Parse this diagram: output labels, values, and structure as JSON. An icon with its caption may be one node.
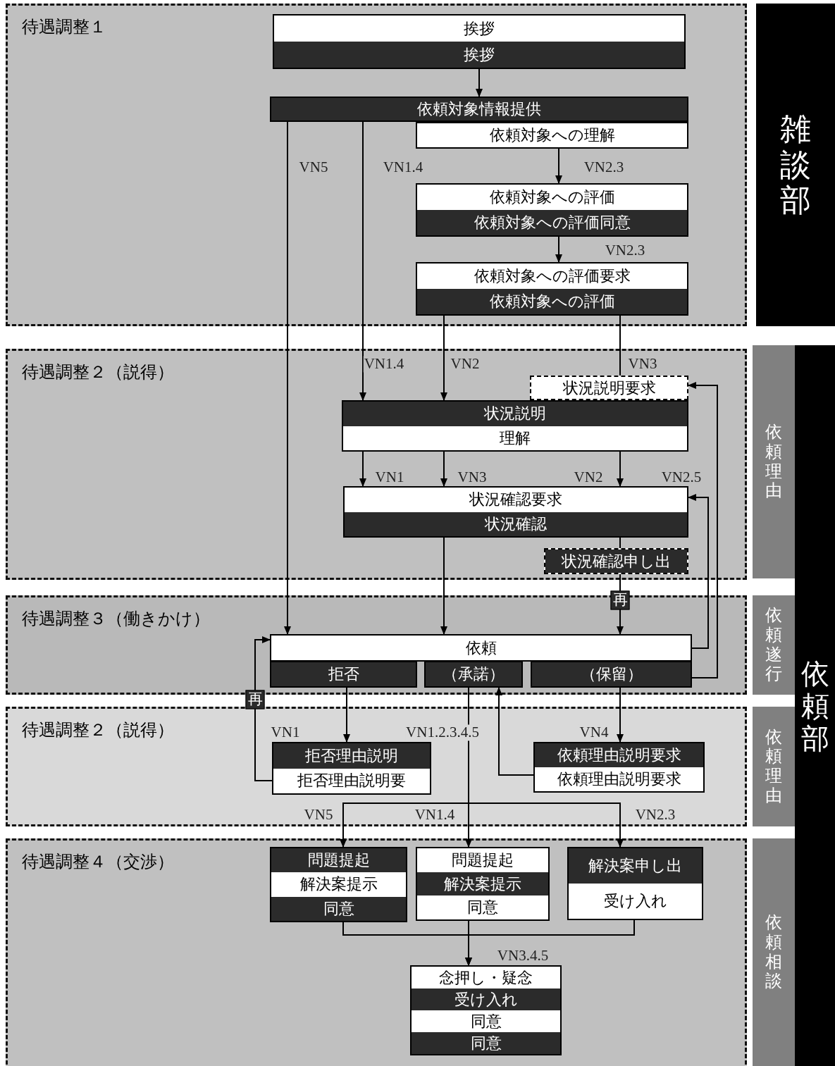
{
  "diagram": {
    "nodes": [
      {
        "text": [
          "待遇調整１"
        ]
      },
      {
        "text": [
          "挨拶",
          "挨拶"
        ],
        "in": 0
      },
      {
        "text": [
          "依頼対象情報提供"
        ],
        "in": 0
      },
      {
        "text": [
          "依頼対象への理解"
        ],
        "in": 0
      },
      {
        "text": [
          "依頼対象への評価",
          "依頼対象への評価同意"
        ],
        "in": 0
      },
      {
        "text": [
          "依頼対象への評価要求",
          "依頼対象への評価"
        ],
        "in": 0
      },
      {
        "text": [
          "待遇調整２（説得）"
        ]
      },
      {
        "text": [
          "状況説明要求"
        ],
        "in": 6
      },
      {
        "text": [
          "状況説明",
          "理解"
        ],
        "in": 6
      },
      {
        "text": [
          "状況確認要求",
          "状況確認"
        ],
        "in": 6
      },
      {
        "text": [
          "状況確認申し出"
        ],
        "in": 6
      },
      {
        "text": [
          "待遇調整３（働きかけ）"
        ]
      },
      {
        "text": [
          "依頼"
        ],
        "in": 11
      },
      {
        "text": [
          "拒否"
        ],
        "in": 11
      },
      {
        "text": [
          "（承諾）"
        ],
        "in": 11
      },
      {
        "text": [
          "（保留）"
        ],
        "in": 11
      },
      {
        "text": [
          "待遇調整２（説得）"
        ]
      },
      {
        "text": [
          "拒否理由説明",
          "拒否理由説明要"
        ],
        "in": 16
      },
      {
        "text": [
          "依頼理由説明要求",
          "依頼理由説明要求"
        ],
        "in": 16
      },
      {
        "text": [
          "待遇調整４（交渉）"
        ]
      },
      {
        "text": [
          "問題提起",
          "解決案提示",
          "同意"
        ],
        "in": 19
      },
      {
        "text": [
          "問題提起",
          "解決案提示",
          "同意"
        ],
        "in": 19
      },
      {
        "text": [
          "解決案申し出",
          "受け入れ"
        ],
        "in": 19
      },
      {
        "text": [
          "念押し・疑念",
          "受け入れ",
          "同意",
          "同意"
        ],
        "in": 19
      },
      {
        "text": [
          "雑談部"
        ]
      },
      {
        "text": [
          "依頼部"
        ]
      },
      {
        "text": [
          "依頼理由"
        ]
      },
      {
        "text": [
          "依頼遂行"
        ]
      },
      {
        "text": [
          "依頼理由"
        ]
      },
      {
        "text": [
          "依頼相談"
        ]
      }
    ],
    "edges": [
      {
        "from": 1,
        "to": 2,
        "arrow": "to"
      },
      {
        "from": 2,
        "to": 12,
        "arrow": "to",
        "label": "VN5"
      },
      {
        "from": 2,
        "to": 8,
        "arrow": "to",
        "label": "VN1.4"
      },
      {
        "from": 3,
        "to": 4,
        "arrow": "to",
        "label": "VN2.3"
      },
      {
        "from": 4,
        "to": 5,
        "arrow": "to",
        "label": "VN2.3"
      },
      {
        "from": 5,
        "to": 8,
        "arrow": "to",
        "label": "VN2"
      },
      {
        "from": 5,
        "to": 7,
        "arrow": "none",
        "label": "VN3"
      },
      {
        "from": 8,
        "to": 9,
        "arrow": "to",
        "label": "VN1"
      },
      {
        "from": 8,
        "to": 9,
        "arrow": "to",
        "label": "VN3"
      },
      {
        "from": 8,
        "to": 9,
        "arrow": "to",
        "label": "VN2"
      },
      {
        "from": 12,
        "to": 9,
        "arrow": "to",
        "label": "VN2.5"
      },
      {
        "from": 15,
        "to": 7,
        "arrow": "to"
      },
      {
        "from": 9,
        "to": 12,
        "arrow": "to"
      },
      {
        "from": 9,
        "to": 10,
        "arrow": "none"
      },
      {
        "from": 10,
        "to": 12,
        "arrow": "to",
        "label": "再"
      },
      {
        "from": 13,
        "to": 17,
        "arrow": "to",
        "label": "VN1"
      },
      {
        "from": 17,
        "to": 12,
        "arrow": "to",
        "label": "再"
      },
      {
        "from": 18,
        "to": 14,
        "arrow": "to"
      },
      {
        "from": 15,
        "to": 18,
        "arrow": "to",
        "label": "VN4"
      },
      {
        "from": 14,
        "to": 20,
        "arrow": "to",
        "label": "VN5"
      },
      {
        "from": 14,
        "to": 21,
        "arrow": "to",
        "label": "VN1.4"
      },
      {
        "from": 14,
        "to": 22,
        "arrow": "to",
        "label": "VN2.3"
      },
      {
        "from": 20,
        "to": 23,
        "arrow": "to"
      },
      {
        "from": 21,
        "to": 23,
        "arrow": "to"
      },
      {
        "from": 22,
        "to": 23,
        "arrow": "to"
      }
    ],
    "labels": [
      "VN1.4",
      "VN1.2.3.4.5",
      "VN3.4.5"
    ]
  }
}
